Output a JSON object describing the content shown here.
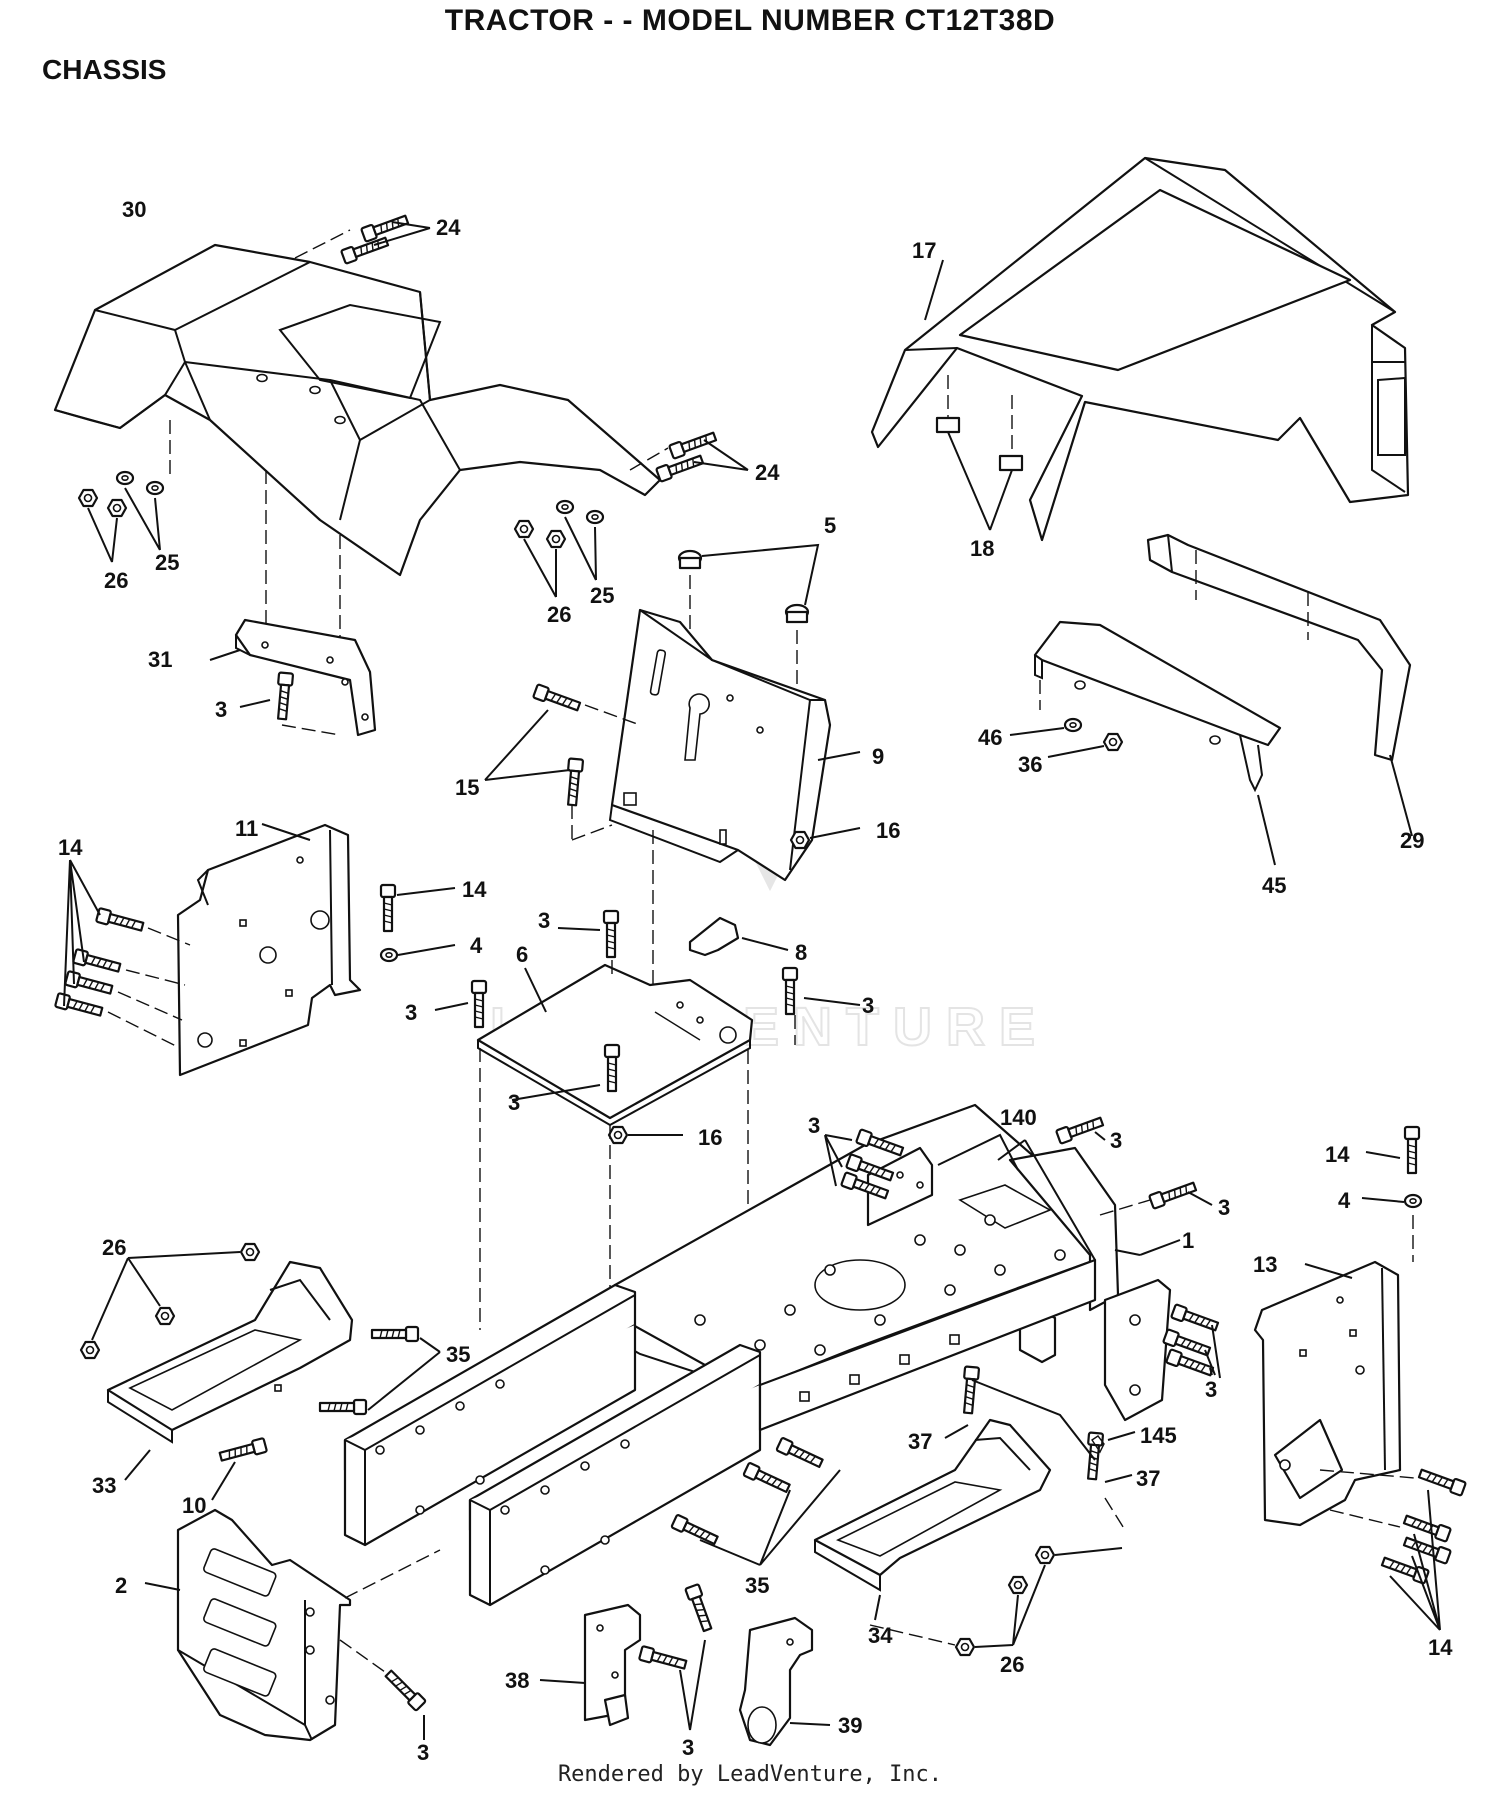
{
  "header": {
    "title": "TRACTOR - - MODEL NUMBER CT12T38D",
    "section": "CHASSIS"
  },
  "watermark": "LEADVENTURE",
  "footer": "Rendered by LeadVenture, Inc.",
  "callouts": [
    {
      "id": "c30",
      "label": "30"
    },
    {
      "id": "c24a",
      "label": "24"
    },
    {
      "id": "c24b",
      "label": "24"
    },
    {
      "id": "c17",
      "label": "17"
    },
    {
      "id": "c18",
      "label": "18"
    },
    {
      "id": "c26a",
      "label": "26"
    },
    {
      "id": "c25a",
      "label": "25"
    },
    {
      "id": "c26b",
      "label": "26"
    },
    {
      "id": "c25b",
      "label": "25"
    },
    {
      "id": "c5",
      "label": "5"
    },
    {
      "id": "c31",
      "label": "31"
    },
    {
      "id": "c3a",
      "label": "3"
    },
    {
      "id": "c9",
      "label": "9"
    },
    {
      "id": "c46",
      "label": "46"
    },
    {
      "id": "c36",
      "label": "36"
    },
    {
      "id": "c29",
      "label": "29"
    },
    {
      "id": "c15",
      "label": "15"
    },
    {
      "id": "c16a",
      "label": "16"
    },
    {
      "id": "c45",
      "label": "45"
    },
    {
      "id": "c14a",
      "label": "14"
    },
    {
      "id": "c11",
      "label": "11"
    },
    {
      "id": "c14b",
      "label": "14"
    },
    {
      "id": "c4a",
      "label": "4"
    },
    {
      "id": "c3b",
      "label": "3"
    },
    {
      "id": "c8",
      "label": "8"
    },
    {
      "id": "c6",
      "label": "6"
    },
    {
      "id": "c3c",
      "label": "3"
    },
    {
      "id": "c3d",
      "label": "3"
    },
    {
      "id": "c3e",
      "label": "3"
    },
    {
      "id": "c16b",
      "label": "16"
    },
    {
      "id": "c3f",
      "label": "3"
    },
    {
      "id": "c140",
      "label": "140"
    },
    {
      "id": "c3g",
      "label": "3"
    },
    {
      "id": "c14c",
      "label": "14"
    },
    {
      "id": "c3h",
      "label": "3"
    },
    {
      "id": "c4b",
      "label": "4"
    },
    {
      "id": "c1",
      "label": "1"
    },
    {
      "id": "c13",
      "label": "13"
    },
    {
      "id": "c26c",
      "label": "26"
    },
    {
      "id": "c35a",
      "label": "35"
    },
    {
      "id": "c3i",
      "label": "3"
    },
    {
      "id": "c33",
      "label": "33"
    },
    {
      "id": "c10",
      "label": "10"
    },
    {
      "id": "c37a",
      "label": "37"
    },
    {
      "id": "c145",
      "label": "145"
    },
    {
      "id": "c37b",
      "label": "37"
    },
    {
      "id": "c2",
      "label": "2"
    },
    {
      "id": "c35b",
      "label": "35"
    },
    {
      "id": "c34",
      "label": "34"
    },
    {
      "id": "c14d",
      "label": "14"
    },
    {
      "id": "c26d",
      "label": "26"
    },
    {
      "id": "c38",
      "label": "38"
    },
    {
      "id": "c39",
      "label": "39"
    },
    {
      "id": "c3j",
      "label": "3"
    },
    {
      "id": "c3k",
      "label": "3"
    }
  ]
}
